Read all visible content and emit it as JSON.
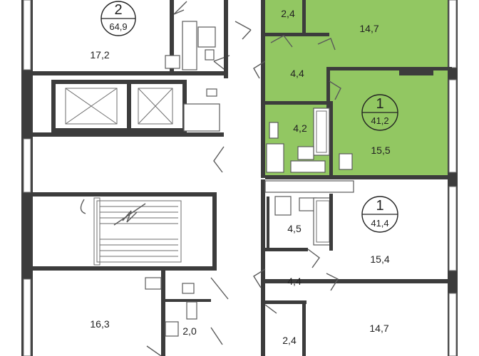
{
  "highlight_color": "#8cc45a",
  "units": [
    {
      "rooms": "2",
      "total_area": "64,9"
    },
    {
      "rooms": "1",
      "total_area": "41,2"
    },
    {
      "rooms": "1",
      "total_area": "41,4"
    }
  ],
  "room_areas": {
    "top_left_room": "17,2",
    "hl_wc": "2,4",
    "hl_bedroom": "14,7",
    "hl_hall": "4,4",
    "hl_bath": "4,2",
    "hl_living": "15,5",
    "u3_bath": "4,5",
    "u3_living": "15,4",
    "hall_lower": "4,4",
    "bottom_left_room": "16,3",
    "bottom_left_wc": "2,0",
    "bottom_wc": "2,4",
    "bottom_room": "14,7"
  }
}
